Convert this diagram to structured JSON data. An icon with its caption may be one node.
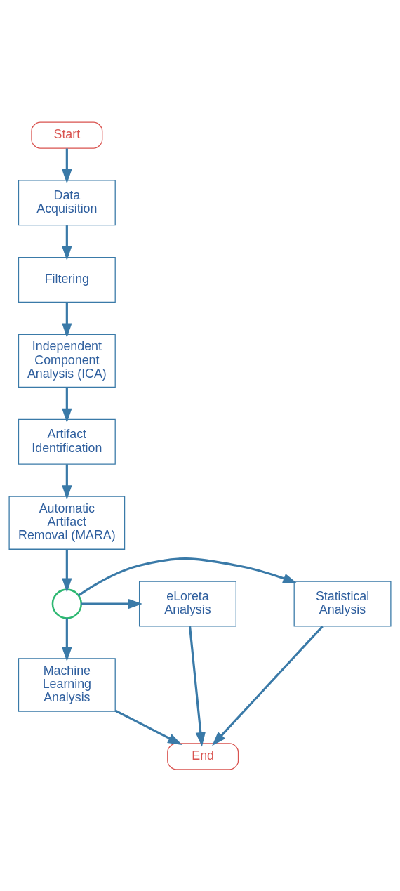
{
  "diagram": {
    "nodes": [
      {
        "text": [
          "Start"
        ]
      },
      {
        "text": [
          "Data Acquisition"
        ]
      },
      {
        "text": [
          "Filtering"
        ]
      },
      {
        "text": [
          "Independent Component Analysis (ICA)"
        ]
      },
      {
        "text": [
          "Artifact Identification"
        ]
      },
      {
        "text": [
          "Automatic Artifact Removal (MARA)"
        ]
      },
      {
        "text": [
          "Statistical Analysis"
        ]
      },
      {
        "text": [],
        "shape": "circle"
      },
      {
        "text": [
          "eLoreta Analysis"
        ]
      },
      {
        "text": [
          "Machine Learning Analysis"
        ]
      },
      {
        "text": [
          "End"
        ]
      }
    ],
    "edges": [
      {
        "from": 0,
        "to": 1,
        "arrow": "to"
      },
      {
        "from": 1,
        "to": 2,
        "arrow": "to"
      },
      {
        "from": 2,
        "to": 3,
        "arrow": "to"
      },
      {
        "from": 3,
        "to": 4,
        "arrow": "to"
      },
      {
        "from": 4,
        "to": 5,
        "arrow": "to"
      },
      {
        "from": 5,
        "to": 7,
        "arrow": "to"
      },
      {
        "from": 7,
        "to": 6,
        "arrow": "to"
      },
      {
        "from": 7,
        "to": 8,
        "arrow": "to"
      },
      {
        "from": 7,
        "to": 9,
        "arrow": "to"
      },
      {
        "from": 6,
        "to": 10,
        "arrow": "to"
      },
      {
        "from": 9,
        "to": 10,
        "arrow": "to"
      },
      {
        "from": 8,
        "to": 10,
        "arrow": "to"
      }
    ]
  }
}
